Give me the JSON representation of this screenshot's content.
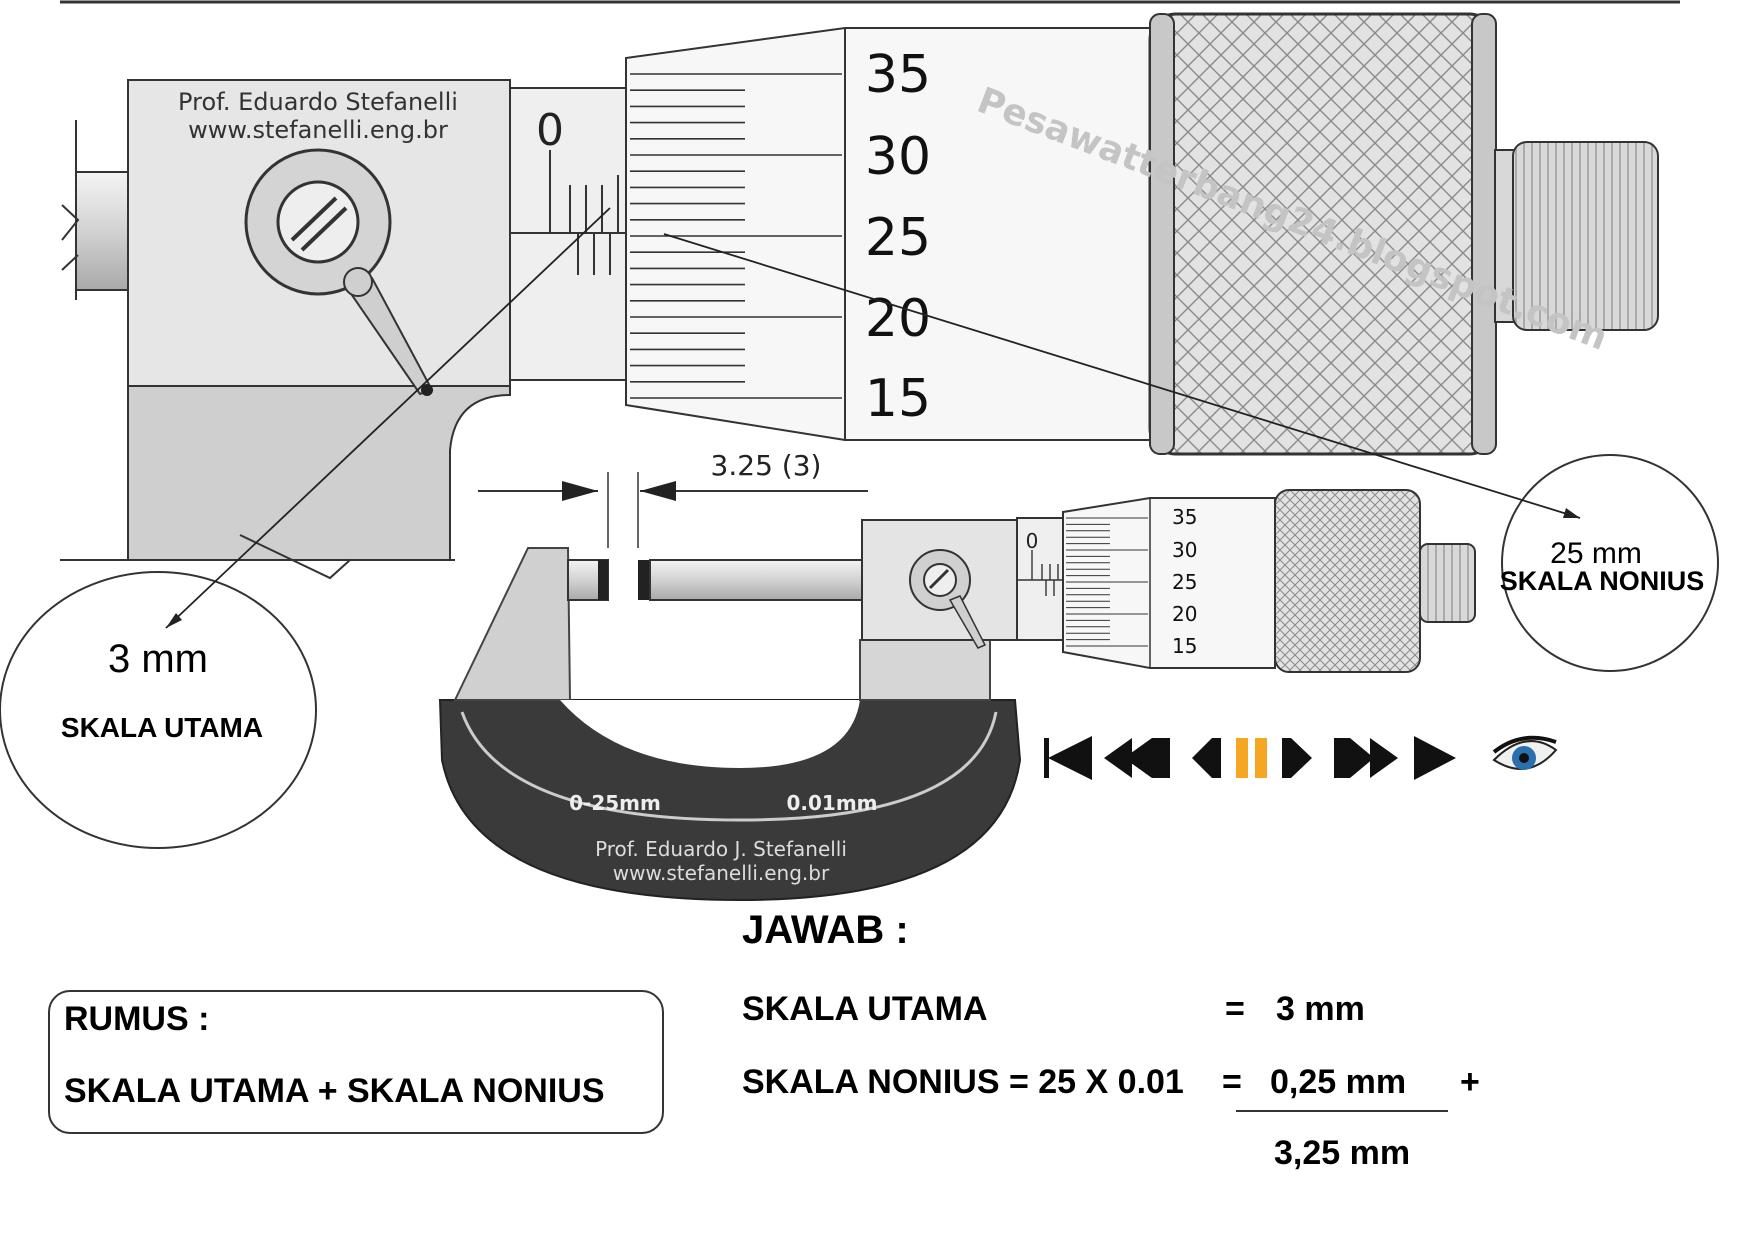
{
  "watermark": "Pesawatterbang24.blogspot.com",
  "large_micrometer": {
    "credit_line1": "Prof. Eduardo Stefanelli",
    "credit_line2": "www.stefanelli.eng.br",
    "sleeve_zero": "0",
    "thimble_numbers": [
      "35",
      "30",
      "25",
      "20",
      "15"
    ]
  },
  "small_micrometer": {
    "dimension_label": "3.25 (3)",
    "sleeve_zero": "0",
    "thimble_numbers": [
      "35",
      "30",
      "25",
      "20",
      "15"
    ],
    "frame_range": "0-25mm",
    "frame_resolution": "0.01mm",
    "credit_line1": "Prof. Eduardo J. Stefanelli",
    "credit_line2": "www.stefanelli.eng.br"
  },
  "callouts": {
    "main_scale_value": "3 mm",
    "main_scale_label": "SKALA UTAMA",
    "vernier_value": "25 mm",
    "vernier_label": "SKALA NONIUS"
  },
  "player_controls": [
    "first-icon",
    "rewind-icon",
    "step-back-icon",
    "pause-icon",
    "step-forward-icon",
    "fast-forward-icon",
    "play-icon",
    "eye-icon"
  ],
  "rumus": {
    "title": "RUMUS :",
    "formula": "SKALA UTAMA + SKALA NONIUS"
  },
  "jawab": {
    "title": "JAWAB :",
    "line1_label": "SKALA UTAMA",
    "line1_eq": "=",
    "line1_value": "3 mm",
    "line2_label": "SKALA NONIUS = 25 X 0.01",
    "line2_eq": "=",
    "line2_value": "0,25 mm",
    "line2_plus": "+",
    "total": "3,25 mm"
  },
  "colors": {
    "pause_accent": "#f5a623",
    "frame_dark": "#3a3a3a",
    "eye_blue": "#2a6fb0"
  }
}
